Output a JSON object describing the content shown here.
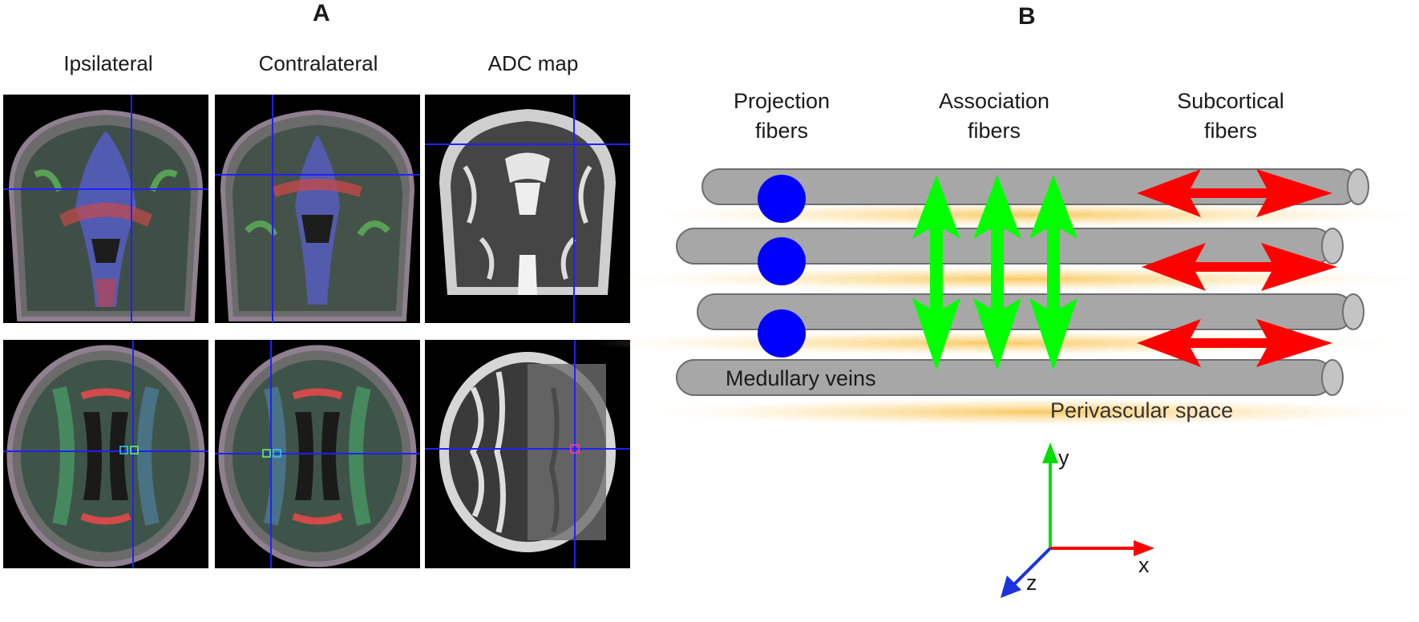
{
  "panel_a": {
    "letter": "A",
    "columns": [
      "Ipsilateral",
      "Contralateral",
      "ADC map"
    ]
  },
  "panel_b": {
    "letter": "B",
    "fiber_labels": [
      {
        "line1": "Projection",
        "line2": "fibers"
      },
      {
        "line1": "Association",
        "line2": "fibers"
      },
      {
        "line1": "Subcortical",
        "line2": "fibers"
      }
    ],
    "veins_label": "Medullary veins",
    "space_label": "Perivascular space",
    "axes": {
      "x": "x",
      "y": "y",
      "z": "z"
    }
  },
  "colors": {
    "vein": "#a7a7a7",
    "vein_stroke": "#6e6e6e",
    "projection": "#0000ff",
    "association": "#00ff00",
    "subcortical": "#ff0000",
    "perivascular": "#fbd88a",
    "axis_x": "#ff0000",
    "axis_y": "#00dd00",
    "axis_z": "#1a33dd",
    "crosshair": "#2020ff"
  }
}
